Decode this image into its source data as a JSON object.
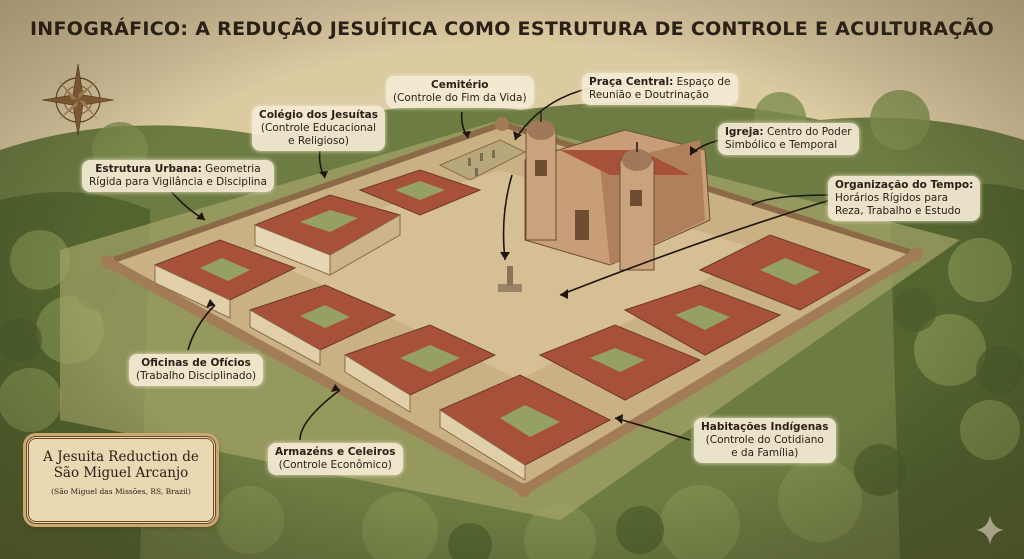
{
  "title": "INFOGRÁFICO: A REDUÇÃO JESUÍTICA COMO ESTRUTURA DE CONTROLE E ACULTURAÇÃO",
  "colors": {
    "parchment": "#d9c9a3",
    "forest": "#5f7038",
    "plaza": "#cdb48a",
    "wall": "#b98e66",
    "roof": "#a8513a",
    "ink": "#2b2016"
  },
  "labels": {
    "cemiterio": {
      "title": "Cemitério",
      "desc": "(Controle do Fim da Vida)"
    },
    "praca": {
      "title": "Praça Central:",
      "desc1": "Espaço de",
      "desc2": "Reunião e Doutrinação"
    },
    "colegio": {
      "title": "Colégio dos Jesuítas",
      "desc1": "(Controle Educacional",
      "desc2": "e Religioso)"
    },
    "igreja": {
      "title": "Igreja:",
      "desc1": "Centro do Poder",
      "desc2": "Simbólico e Temporal"
    },
    "estrutura": {
      "title": "Estrutura Urbana:",
      "desc1": "Geometria",
      "desc2": "Rígida para Vigilância e Disciplina"
    },
    "tempo": {
      "title": "Organização do Tempo:",
      "desc1": "Horários Rígidos para",
      "desc2": "Reza, Trabalho e Estudo"
    },
    "oficinas": {
      "title": "Oficinas de Ofícios",
      "desc": "(Trabalho Disciplinado)"
    },
    "armazens": {
      "title": "Armazéns e Celeiros",
      "desc": "(Controle Econômico)"
    },
    "habitacoes": {
      "title": "Habitações Indígenas",
      "desc1": "(Controle do Cotidiano",
      "desc2": "e da Família)"
    }
  },
  "cartouche": {
    "line1": "A Jesuita Reduction de",
    "line2": "São Miguel Arcanjo",
    "sub": "(São Miguel das Missões, RS, Brazil)"
  },
  "icons": [
    "compass-rose-icon",
    "sparkle-icon"
  ]
}
